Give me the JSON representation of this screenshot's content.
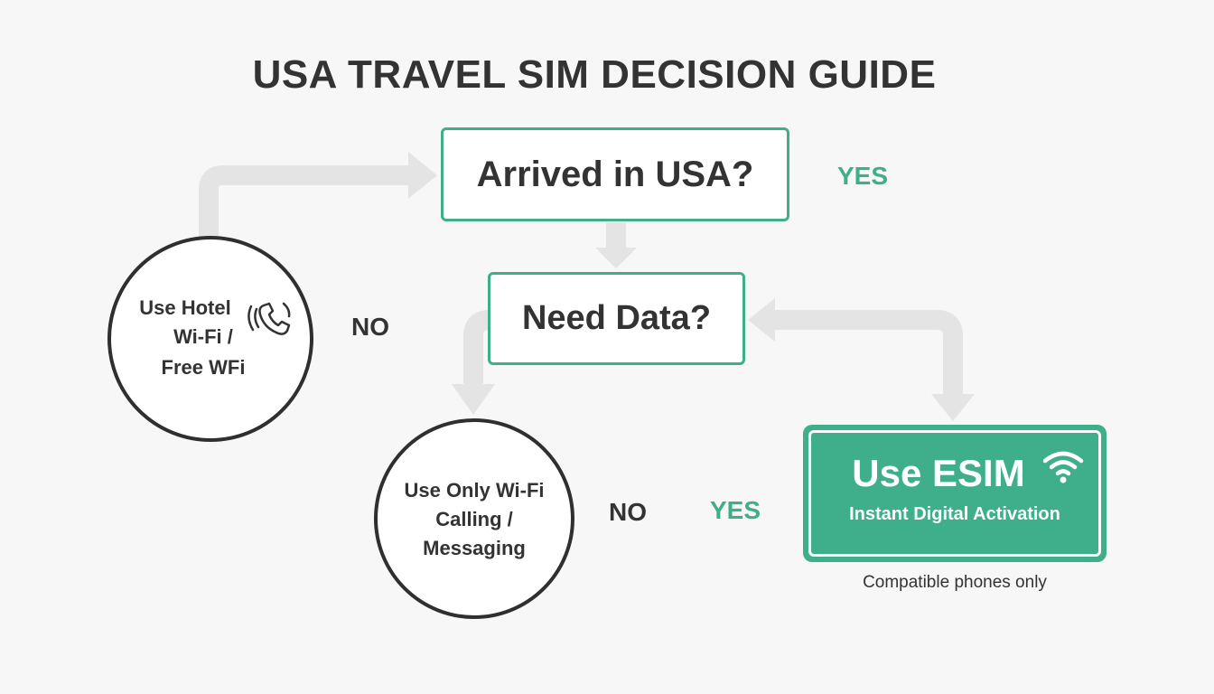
{
  "title": "USA TRAVEL SIM DECISION GUIDE",
  "nodes": {
    "arrived": "Arrived in USA?",
    "need_data": "Need Data?",
    "hotel_wifi": [
      "Use Hotel",
      "Wi-Fi /",
      "Free WFi"
    ],
    "wifi_only": [
      "Use Only Wi-Fi",
      "Calling /",
      "Messaging"
    ],
    "esim": {
      "title": "Use ESIM",
      "subtitle": "Instant Digital Activation",
      "note": "Compatible phones only"
    }
  },
  "labels": {
    "yes_top": "YES",
    "no_left": "NO",
    "no_bottom": "NO",
    "yes_bottom": "YES"
  },
  "icons": {
    "hotel": "phone-call-icon",
    "esim": "wifi-icon"
  },
  "colors": {
    "accent": "#3fae8a",
    "arrow": "#e3e4e3",
    "text": "#333333"
  }
}
